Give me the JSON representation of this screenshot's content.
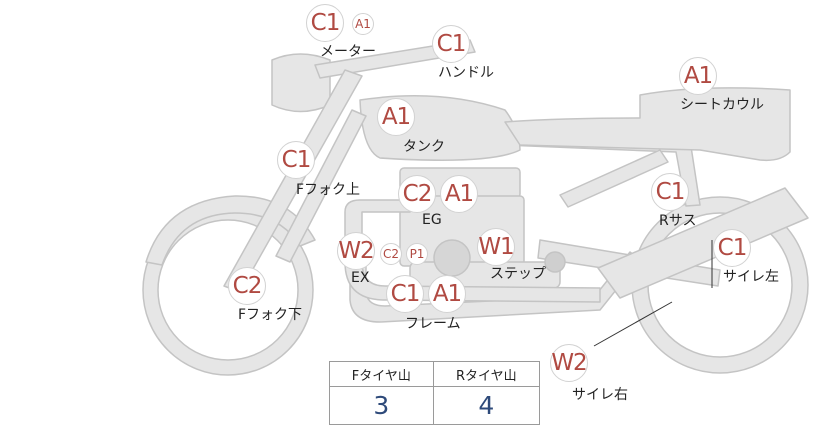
{
  "badges": {
    "meter_c1": "C1",
    "meter_a1": "A1",
    "handle_c1": "C1",
    "seatcowl_a1": "A1",
    "tank_a1": "A1",
    "ffork_upper_c1": "C1",
    "eg_c2": "C2",
    "eg_a1": "A1",
    "rsus_c1": "C1",
    "muffler_left_c1": "C1",
    "ex_w2": "W2",
    "ex_c2": "C2",
    "ex_p1": "P1",
    "step_w1": "W1",
    "ffork_lower_c2": "C2",
    "frame_c1": "C1",
    "frame_a1": "A1",
    "muffler_right_w2": "W2"
  },
  "labels": {
    "meter": "メーター",
    "handle": "ハンドル",
    "seatcowl": "シートカウル",
    "tank": "タンク",
    "ffork_upper": "Fフォク上",
    "eg": "EG",
    "rsus": "Rサス",
    "muffler_left": "サイレ左",
    "ex": "EX",
    "step": "ステップ",
    "ffork_lower": "Fフォク下",
    "frame": "フレーム",
    "muffler_right": "サイレ右"
  },
  "tread_table": {
    "headers": [
      "Fタイヤ山",
      "Rタイヤ山"
    ],
    "values": [
      "3",
      "4"
    ]
  },
  "colors": {
    "bike_fill": "#e6e6e6",
    "bike_stroke": "#c4c4c4",
    "badge_text": "#b04a42",
    "table_value": "#2e4a7a"
  }
}
